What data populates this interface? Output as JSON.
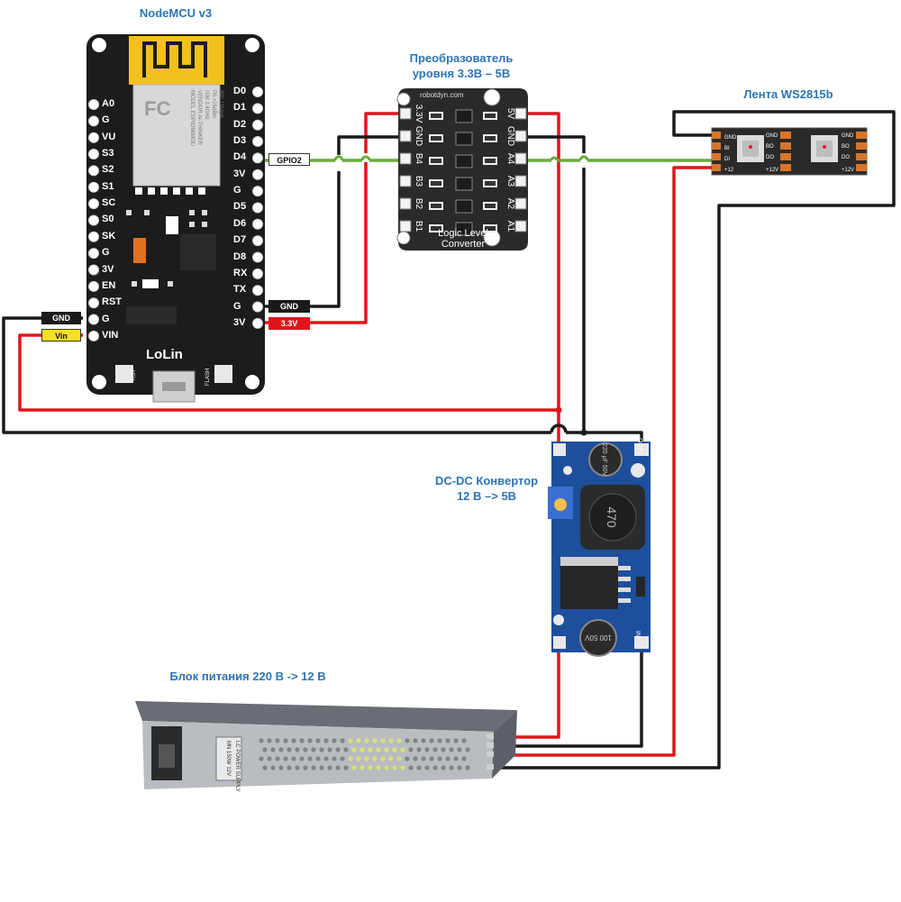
{
  "titles": {
    "nodemcu": "NodeMCU v3",
    "converter_line1": "Преобразователь",
    "converter_line2": "уровня 3.3В – 5В",
    "strip": "Лента WS2815b",
    "dcdc_line1": "DC-DC Конвертор",
    "dcdc_line2": "12 В –> 5В",
    "psu": "Блок питания 220 В -> 12 В"
  },
  "nodemcu": {
    "left_pins": [
      "A0",
      "G",
      "VU",
      "S3",
      "S2",
      "S1",
      "SC",
      "S0",
      "SK",
      "G",
      "3V",
      "EN",
      "RST",
      "G",
      "VIN"
    ],
    "right_pins": [
      "D0",
      "D1",
      "D2",
      "D3",
      "D4",
      "3V",
      "G",
      "D5",
      "D6",
      "D7",
      "D8",
      "RX",
      "TX",
      "G",
      "3V"
    ],
    "brand": "LoLin",
    "button_rst": "RST",
    "button_flash": "FLASH",
    "module_lines": [
      "MODEL  ESP8266MOD",
      "VENDOR  AI-THINKER",
      "ISM  2.4GHz",
      "PA +25dBm",
      "802.11b/g/n"
    ]
  },
  "wire_tags": {
    "gpio2": "GPIO2",
    "gnd_right": "GND",
    "v33": "3.3V",
    "gnd_left": "GND",
    "vin": "Vin"
  },
  "level_converter": {
    "site": "robotdyn.com",
    "left_pins": [
      "3.3V",
      "GND",
      "B4",
      "B3",
      "B2",
      "B1"
    ],
    "right_pins": [
      "5V",
      "GND",
      "A4",
      "A3",
      "A2",
      "A1"
    ],
    "label_line1": "Logic Level",
    "label_line2": "Converter"
  },
  "strip": {
    "pins_left": [
      "+12",
      "DI",
      "BI",
      "GND"
    ],
    "pins_mid": [
      "GND",
      "BO",
      "DO",
      "+12V"
    ]
  },
  "dcdc": {
    "cap_top": "220 μF 50V",
    "inductor": "470",
    "cap_bottom": "100 50V",
    "in_minus": "IN-",
    "out_plus": "OUT+"
  },
  "psu": {
    "brand": "LC POWER SUPPLY",
    "model": "MN 150W 12V"
  },
  "colors": {
    "wire_gnd": "#1a1a1a",
    "wire_power": "#e0151b",
    "wire_data": "#6aaa3a",
    "title": "#2e74b5",
    "board": "#1c1c1c",
    "dcdc_pcb": "#1d4f9c",
    "converter": "#2a2a2a"
  }
}
